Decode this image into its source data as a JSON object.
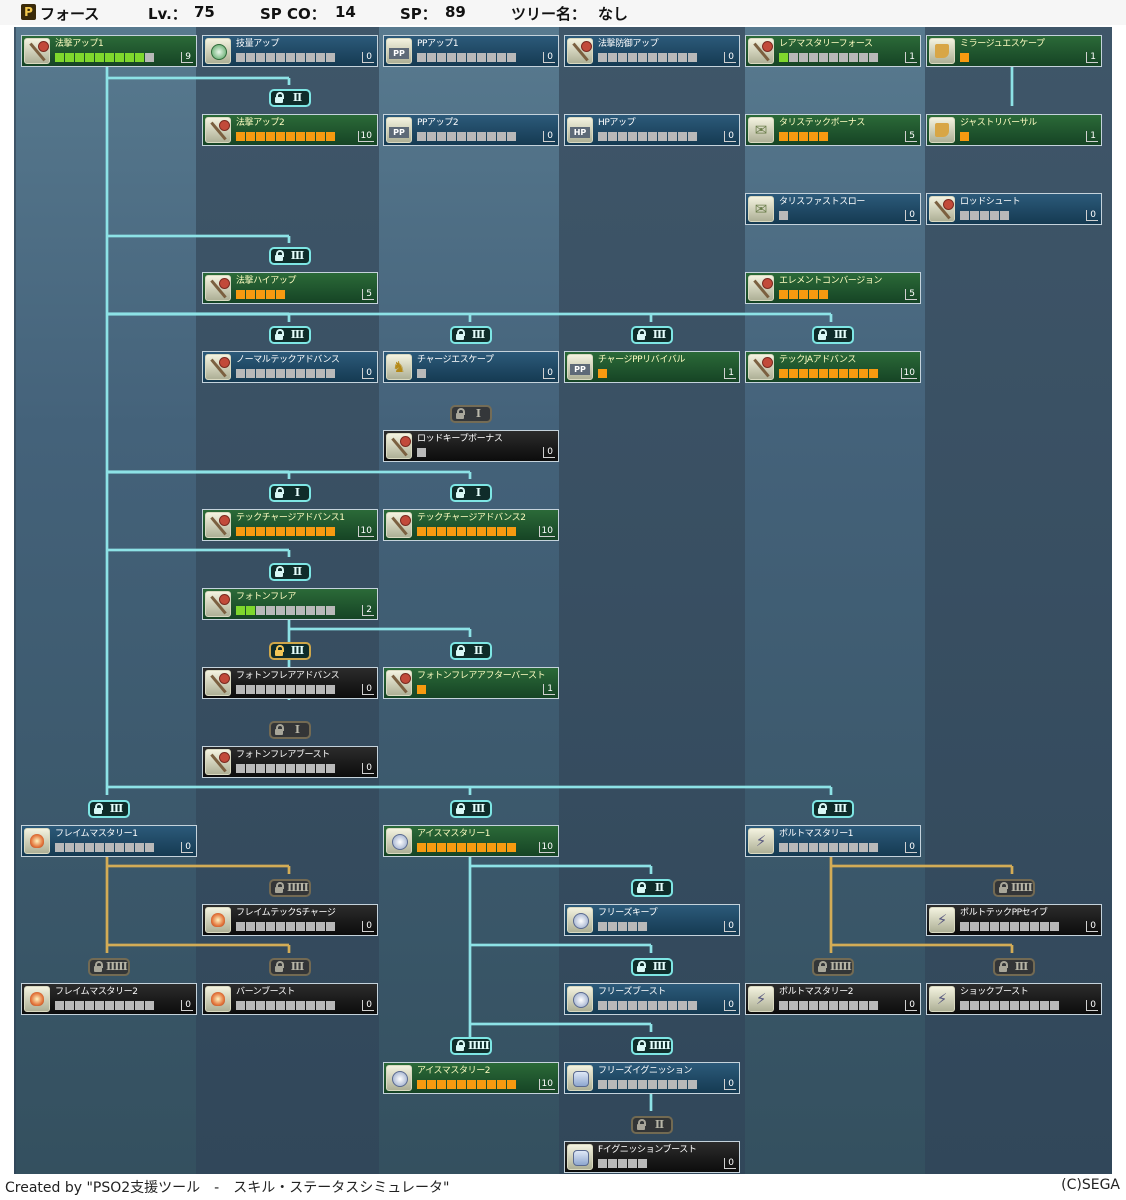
{
  "header": {
    "class_name": "フォース",
    "level_label": "Lv.：",
    "level_value": "75",
    "spco_label": "SP CO：",
    "spco_value": "14",
    "sp_label": "SP：",
    "sp_value": "89",
    "tree_label": "ツリー名：",
    "tree_value": "なし"
  },
  "footer": {
    "credit": "Created by \"PSO2支援ツール　-　スキル・ステータスシミュレータ\"",
    "copyright": "(C)SEGA"
  },
  "colors": {
    "filled_green": "#7fd82d",
    "filled_orange": "#f79a10",
    "empty_slot": "#b9b9b9",
    "line_cyan": "#8de2e6",
    "line_gold": "#d3ac56"
  },
  "skills": [
    {
      "name": "法撃アップ1",
      "level": "9",
      "max": 10,
      "filled": 9,
      "fill": "green",
      "style": "green",
      "icon": "rod-icon"
    },
    {
      "name": "技量アップ",
      "level": "0",
      "max": 10,
      "filled": 0,
      "fill": "none",
      "style": "blue",
      "icon": "dex-icon"
    },
    {
      "name": "PPアップ1",
      "level": "0",
      "max": 10,
      "filled": 0,
      "fill": "none",
      "style": "blue",
      "icon": "pp-icon"
    },
    {
      "name": "法撃防御アップ",
      "level": "0",
      "max": 10,
      "filled": 0,
      "fill": "none",
      "style": "blue",
      "icon": "rod-icon"
    },
    {
      "name": "レアマスタリーフォース",
      "level": "1",
      "max": 10,
      "filled": 1,
      "fill": "green",
      "style": "green",
      "icon": "rod-icon"
    },
    {
      "name": "ミラージュエスケープ",
      "level": "1",
      "max": 1,
      "filled": 1,
      "fill": "orange",
      "style": "green",
      "icon": "boot-icon"
    },
    {
      "name": "法撃アップ2",
      "level": "10",
      "max": 10,
      "filled": 10,
      "fill": "orange",
      "style": "green",
      "icon": "rod-icon"
    },
    {
      "name": "PPアップ2",
      "level": "0",
      "max": 10,
      "filled": 0,
      "fill": "none",
      "style": "blue",
      "icon": "pp-icon"
    },
    {
      "name": "HPアップ",
      "level": "0",
      "max": 10,
      "filled": 0,
      "fill": "none",
      "style": "blue",
      "icon": "hp-icon"
    },
    {
      "name": "タリステックボーナス",
      "level": "5",
      "max": 5,
      "filled": 5,
      "fill": "orange",
      "style": "green",
      "icon": "talis-icon"
    },
    {
      "name": "ジャストリバーサル",
      "level": "1",
      "max": 1,
      "filled": 1,
      "fill": "orange",
      "style": "green",
      "icon": "boot-icon"
    },
    {
      "name": "タリスファストスロー",
      "level": "0",
      "max": 1,
      "filled": 0,
      "fill": "none",
      "style": "blue",
      "icon": "talis-icon"
    },
    {
      "name": "ロッドシュート",
      "level": "0",
      "max": 5,
      "filled": 0,
      "fill": "none",
      "style": "blue",
      "icon": "rod-icon"
    },
    {
      "name": "法撃ハイアップ",
      "level": "5",
      "max": 5,
      "filled": 5,
      "fill": "orange",
      "style": "green",
      "icon": "rod-icon"
    },
    {
      "name": "エレメントコンバージョン",
      "level": "5",
      "max": 5,
      "filled": 5,
      "fill": "orange",
      "style": "green",
      "icon": "rod-icon"
    },
    {
      "name": "ノーマルテックアドバンス",
      "level": "0",
      "max": 10,
      "filled": 0,
      "fill": "none",
      "style": "blue",
      "icon": "rod-icon"
    },
    {
      "name": "チャージエスケープ",
      "level": "0",
      "max": 1,
      "filled": 0,
      "fill": "none",
      "style": "blue",
      "icon": "escape-icon"
    },
    {
      "name": "チャージPPリバイバル",
      "level": "1",
      "max": 1,
      "filled": 1,
      "fill": "orange",
      "style": "green",
      "icon": "pp-icon"
    },
    {
      "name": "テックJAアドバンス",
      "level": "10",
      "max": 10,
      "filled": 10,
      "fill": "orange",
      "style": "green",
      "icon": "rod-icon"
    },
    {
      "name": "ロッドキープボーナス",
      "level": "0",
      "max": 1,
      "filled": 0,
      "fill": "none",
      "style": "dark",
      "icon": "rod-icon"
    },
    {
      "name": "テックチャージアドバンス1",
      "level": "10",
      "max": 10,
      "filled": 10,
      "fill": "orange",
      "style": "green",
      "icon": "rod-icon"
    },
    {
      "name": "テックチャージアドバンス2",
      "level": "10",
      "max": 10,
      "filled": 10,
      "fill": "orange",
      "style": "green",
      "icon": "rod-icon"
    },
    {
      "name": "フォトンフレア",
      "level": "2",
      "max": 10,
      "filled": 2,
      "fill": "green",
      "style": "green",
      "icon": "rod-icon"
    },
    {
      "name": "フォトンフレアアドバンス",
      "level": "0",
      "max": 10,
      "filled": 0,
      "fill": "none",
      "style": "dark",
      "icon": "rod-icon"
    },
    {
      "name": "フォトンフレアアフターバースト",
      "level": "1",
      "max": 1,
      "filled": 1,
      "fill": "orange",
      "style": "green",
      "icon": "rod-icon"
    },
    {
      "name": "フォトンフレアブースト",
      "level": "0",
      "max": 10,
      "filled": 0,
      "fill": "none",
      "style": "dark",
      "icon": "rod-icon"
    },
    {
      "name": "フレイムマスタリー1",
      "level": "0",
      "max": 10,
      "filled": 0,
      "fill": "none",
      "style": "blue",
      "icon": "fire-icon"
    },
    {
      "name": "アイスマスタリー1",
      "level": "10",
      "max": 10,
      "filled": 10,
      "fill": "orange",
      "style": "green",
      "icon": "ice-icon"
    },
    {
      "name": "ボルトマスタリー1",
      "level": "0",
      "max": 10,
      "filled": 0,
      "fill": "none",
      "style": "blue",
      "icon": "bolt-icon"
    },
    {
      "name": "フレイムテックSチャージ",
      "level": "0",
      "max": 10,
      "filled": 0,
      "fill": "none",
      "style": "dark",
      "icon": "fire-icon"
    },
    {
      "name": "フリーズキープ",
      "level": "0",
      "max": 5,
      "filled": 0,
      "fill": "none",
      "style": "blue",
      "icon": "ice-icon"
    },
    {
      "name": "ボルトテックPPセイブ",
      "level": "0",
      "max": 10,
      "filled": 0,
      "fill": "none",
      "style": "dark",
      "icon": "bolt-icon"
    },
    {
      "name": "フレイムマスタリー2",
      "level": "0",
      "max": 10,
      "filled": 0,
      "fill": "none",
      "style": "dark",
      "icon": "fire-icon"
    },
    {
      "name": "バーンブースト",
      "level": "0",
      "max": 10,
      "filled": 0,
      "fill": "none",
      "style": "dark",
      "icon": "fire-icon"
    },
    {
      "name": "フリーズブースト",
      "level": "0",
      "max": 10,
      "filled": 0,
      "fill": "none",
      "style": "blue",
      "icon": "ice-icon"
    },
    {
      "name": "ボルトマスタリー2",
      "level": "0",
      "max": 10,
      "filled": 0,
      "fill": "none",
      "style": "dark",
      "icon": "bolt-icon"
    },
    {
      "name": "ショックブースト",
      "level": "0",
      "max": 10,
      "filled": 0,
      "fill": "none",
      "style": "dark",
      "icon": "bolt-icon"
    },
    {
      "name": "アイスマスタリー2",
      "level": "10",
      "max": 10,
      "filled": 10,
      "fill": "orange",
      "style": "green",
      "icon": "ice-icon"
    },
    {
      "name": "フリーズイグニッション",
      "level": "0",
      "max": 10,
      "filled": 0,
      "fill": "none",
      "style": "blue",
      "icon": "ignition-icon"
    },
    {
      "name": "Fイグニッションブースト",
      "level": "0",
      "max": 5,
      "filled": 0,
      "fill": "none",
      "style": "dark",
      "icon": "ignition-icon"
    }
  ],
  "locks": [
    {
      "rank": "II",
      "state": "unlocked"
    },
    {
      "rank": "III",
      "state": "unlocked"
    },
    {
      "rank": "III",
      "state": "unlocked"
    },
    {
      "rank": "III",
      "state": "unlocked"
    },
    {
      "rank": "III",
      "state": "unlocked"
    },
    {
      "rank": "III",
      "state": "unlocked"
    },
    {
      "rank": "I",
      "state": "dim"
    },
    {
      "rank": "I",
      "state": "unlocked"
    },
    {
      "rank": "I",
      "state": "unlocked"
    },
    {
      "rank": "II",
      "state": "unlocked"
    },
    {
      "rank": "III",
      "state": "locked"
    },
    {
      "rank": "II",
      "state": "unlocked"
    },
    {
      "rank": "I",
      "state": "dim"
    },
    {
      "rank": "III",
      "state": "unlocked"
    },
    {
      "rank": "III",
      "state": "unlocked"
    },
    {
      "rank": "III",
      "state": "unlocked"
    },
    {
      "rank": "IIIII",
      "state": "dim"
    },
    {
      "rank": "II",
      "state": "unlocked"
    },
    {
      "rank": "IIIII",
      "state": "dim"
    },
    {
      "rank": "IIIII",
      "state": "dim"
    },
    {
      "rank": "III",
      "state": "dim"
    },
    {
      "rank": "III",
      "state": "unlocked"
    },
    {
      "rank": "IIIII",
      "state": "dim"
    },
    {
      "rank": "III",
      "state": "dim"
    },
    {
      "rank": "IIIII",
      "state": "unlocked"
    },
    {
      "rank": "IIIII",
      "state": "unlocked"
    },
    {
      "rank": "II",
      "state": "dim"
    }
  ]
}
